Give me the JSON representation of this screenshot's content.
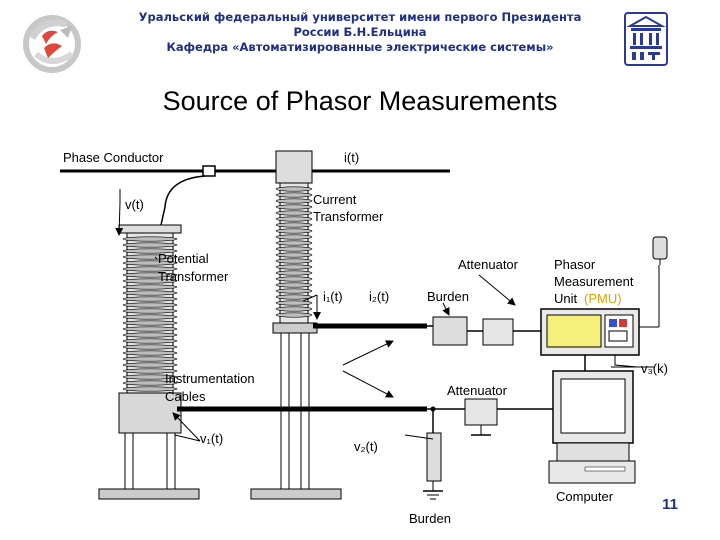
{
  "header": {
    "line1": "Уральский федеральный университет имени первого Президента",
    "line2": "России Б.Н.Ельцина",
    "line3": "Кафедра «Автоматизированные электрические системы»"
  },
  "title": "Source of Phasor Measurements",
  "page_number": "11",
  "diagram": {
    "labels": {
      "phase_conductor": "Phase Conductor",
      "i_t": "i(t)",
      "v_t": "v(t)",
      "current_transformer_1": "Current",
      "current_transformer_2": "Transformer",
      "potential_transformer_1": "Potential",
      "potential_transformer_2": "Transformer",
      "attenuator_top": "Attenuator",
      "pmu_1": "Phasor",
      "pmu_2": "Measurement",
      "pmu_3": "Unit",
      "pmu_4": "(PMU)",
      "i1_t": "i₁(t)",
      "i2_t": "i₂(t)",
      "burden_top": "Burden",
      "v3_k": "v₃(k)",
      "instrumentation_1": "Instrumentation",
      "instrumentation_2": "Cables",
      "attenuator_bottom": "Attenuator",
      "v1_t": "v₁(t)",
      "v2_t": "v₂(t)",
      "computer": "Computer",
      "burden_bottom": "Burden"
    }
  },
  "colors": {
    "header_text": "#1f2f86",
    "pmu_accent": "#e0a000",
    "screen": "#f4f07a"
  }
}
